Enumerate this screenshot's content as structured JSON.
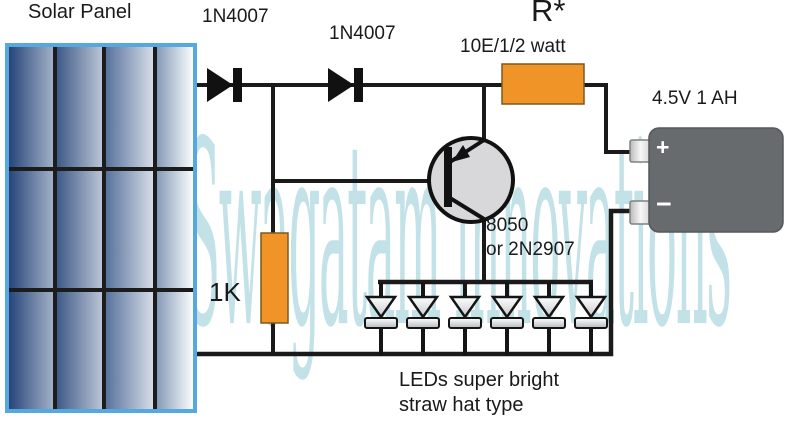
{
  "panel": {
    "title": "Solar Panel"
  },
  "watermark": {
    "text": "Swagatam innovations"
  },
  "diode1": {
    "label": "1N4007"
  },
  "diode2": {
    "label": "1N4007"
  },
  "resistor_r": {
    "name": "R*",
    "value": "10E/1/2 watt"
  },
  "resistor_1k": {
    "value": "1K"
  },
  "transistor": {
    "part": "8050",
    "alt": "or 2N2907"
  },
  "battery": {
    "label": "4.5V 1 AH",
    "plus_sign": "+",
    "minus_sign": "−"
  },
  "leds": {
    "count": 6,
    "caption_line1": "LEDs super bright",
    "caption_line2": "straw hat type"
  },
  "colors": {
    "resistor_orange": "#F09428",
    "panel_border_blue": "#55A9DE",
    "battery_gray": "#686B6E",
    "watermark_blue": "#B5DBE3",
    "wire_black": "#1A1A1A"
  }
}
